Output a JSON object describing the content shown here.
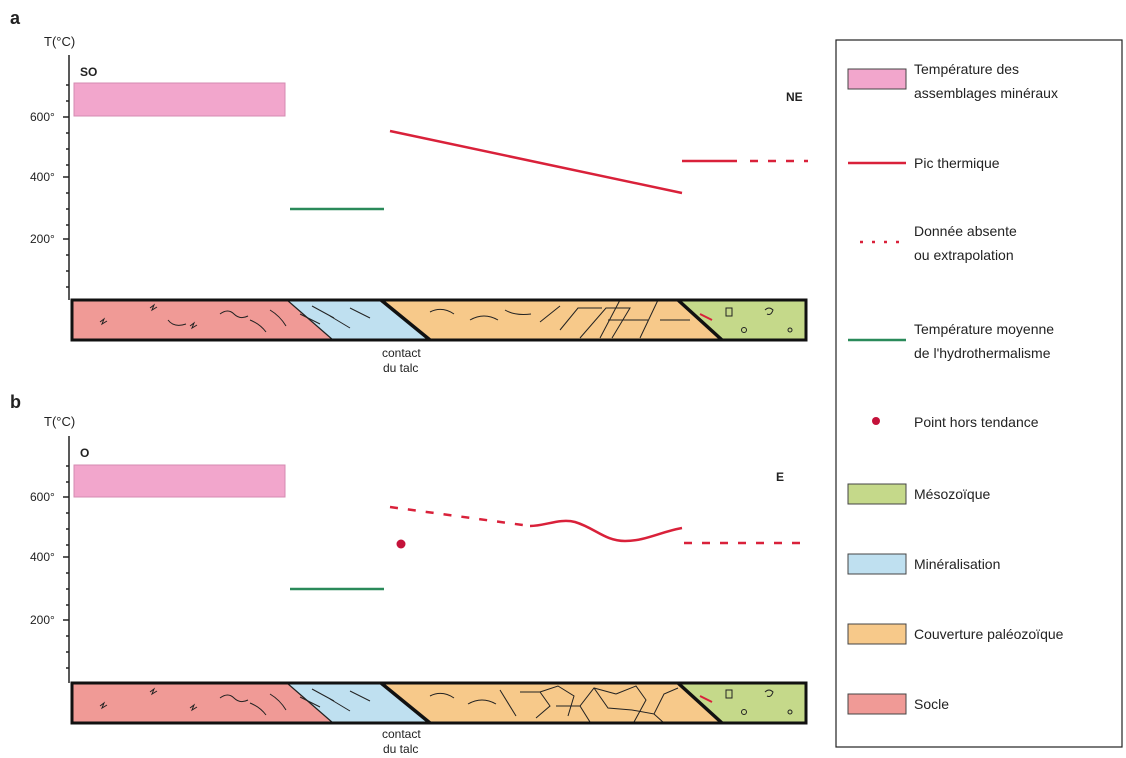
{
  "panels": [
    {
      "letter": "a",
      "y_axis_label": "T(°C)",
      "ticks": [
        "600°",
        "400°",
        "200°"
      ],
      "left_direction": "SO",
      "right_direction": "NE",
      "contact_label_line1": "contact",
      "contact_label_line2": "du talc"
    },
    {
      "letter": "b",
      "y_axis_label": "T(°C)",
      "ticks": [
        "600°",
        "400°",
        "200°"
      ],
      "left_direction": "O",
      "right_direction": "E",
      "contact_label_line1": "contact",
      "contact_label_line2": "du talc"
    }
  ],
  "legend": [
    {
      "line1": "Température des",
      "line2": "assemblages minéraux",
      "symbol": "pink-box",
      "color": "#f2a6cc"
    },
    {
      "line1": "Pic thermique",
      "line2": "",
      "symbol": "red-line",
      "color": "#d9213a"
    },
    {
      "line1": "Donnée absente",
      "line2": "ou extrapolation",
      "symbol": "red-dotted-line",
      "color": "#d9213a"
    },
    {
      "line1": "Température moyenne",
      "line2": "de l'hydrothermalisme",
      "symbol": "green-line",
      "color": "#2a8a5a"
    },
    {
      "line1": "Point hors tendance",
      "line2": "",
      "symbol": "red-dot",
      "color": "#c4123a"
    },
    {
      "line1": "Mésozoïque",
      "line2": "",
      "symbol": "green-box",
      "color": "#c5d98a"
    },
    {
      "line1": "Minéralisation",
      "line2": "",
      "symbol": "blue-box",
      "color": "#bfe0f0"
    },
    {
      "line1": "Couverture paléozoïque",
      "line2": "",
      "symbol": "orange-box",
      "color": "#f7c98a"
    },
    {
      "line1": "Socle",
      "line2": "",
      "symbol": "red-box",
      "color": "#f09a96"
    }
  ],
  "colors": {
    "mineral_temp": "#f2a6cc",
    "thermal_peak": "#d9213a",
    "hydrothermal": "#2a8a5a",
    "mesozoic": "#c5d98a",
    "mineralisation": "#bfe0f0",
    "paleozoic_cover": "#f7c98a",
    "basement": "#f09a96"
  }
}
